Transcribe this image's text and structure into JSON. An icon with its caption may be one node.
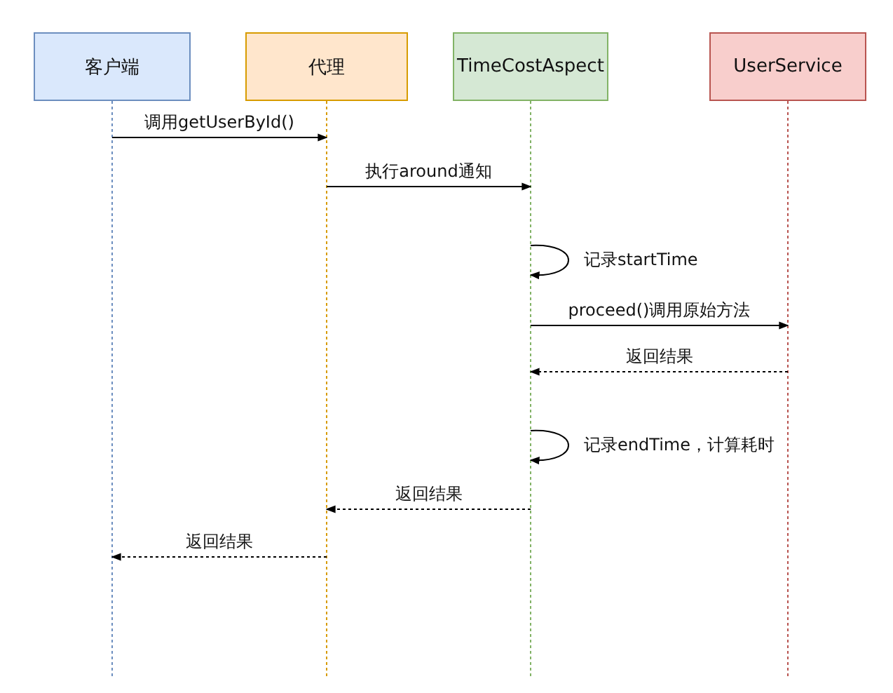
{
  "diagram": {
    "nodes": [
      {
        "text": [
          "客户端"
        ]
      },
      {
        "text": [
          "代理"
        ]
      },
      {
        "text": [
          "TimeCostAspect"
        ]
      },
      {
        "text": [
          "UserService"
        ]
      }
    ],
    "edges": [
      {
        "from": 0,
        "to": 1,
        "arrow": "to",
        "label": "调用getUserById()"
      },
      {
        "from": 1,
        "to": 2,
        "arrow": "to",
        "label": "执行around通知"
      },
      {
        "from": 2,
        "to": 2,
        "arrow": "to",
        "label": "记录startTime"
      },
      {
        "from": 2,
        "to": 3,
        "arrow": "to",
        "label": "proceed()调用原始方法"
      },
      {
        "from": 3,
        "to": 2,
        "arrow": "to",
        "label": "返回结果",
        "style": "dashed"
      },
      {
        "from": 2,
        "to": 2,
        "arrow": "to",
        "label": "记录endTime，计算耗时"
      },
      {
        "from": 2,
        "to": 1,
        "arrow": "to",
        "label": "返回结果",
        "style": "dashed"
      },
      {
        "from": 1,
        "to": 0,
        "arrow": "to",
        "label": "返回结果",
        "style": "dashed"
      }
    ]
  }
}
